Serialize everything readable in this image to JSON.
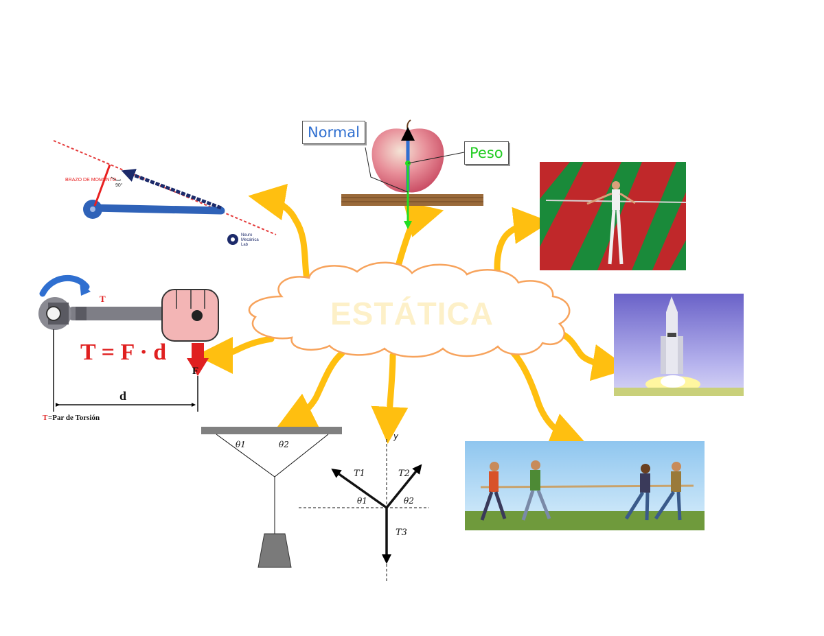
{
  "center": {
    "title": "ESTÁTICA"
  },
  "colors": {
    "arrow": "#ffbf10",
    "cloud_stroke": "#f7a35c",
    "normal": "#2f6fd0",
    "peso": "#22dd22"
  },
  "moment_arm": {
    "label": "BRAZO DE MOMENTO",
    "angle": "90°",
    "logo_line1": "Neuro",
    "logo_line2": "Mecánica",
    "logo_line3": "Lab"
  },
  "apple": {
    "normal_label": "Normal",
    "weight_label": "Peso"
  },
  "torque": {
    "t_label": "T",
    "formula": "T = F · d",
    "f_label": "F",
    "d_label": "d",
    "legend_t": "T",
    "legend_rest": "=Par de Torsión"
  },
  "hanging": {
    "theta1": "θ1",
    "theta2": "θ2"
  },
  "vectors": {
    "y_label": "y",
    "t1": "T1",
    "t2": "T2",
    "t3": "T3",
    "theta1": "θ1",
    "theta2": "θ2"
  },
  "icons": [
    "tightrope-walker-photo",
    "rocket-launch-photo",
    "tug-of-war-photo",
    "wrench-icon",
    "fist-icon"
  ]
}
